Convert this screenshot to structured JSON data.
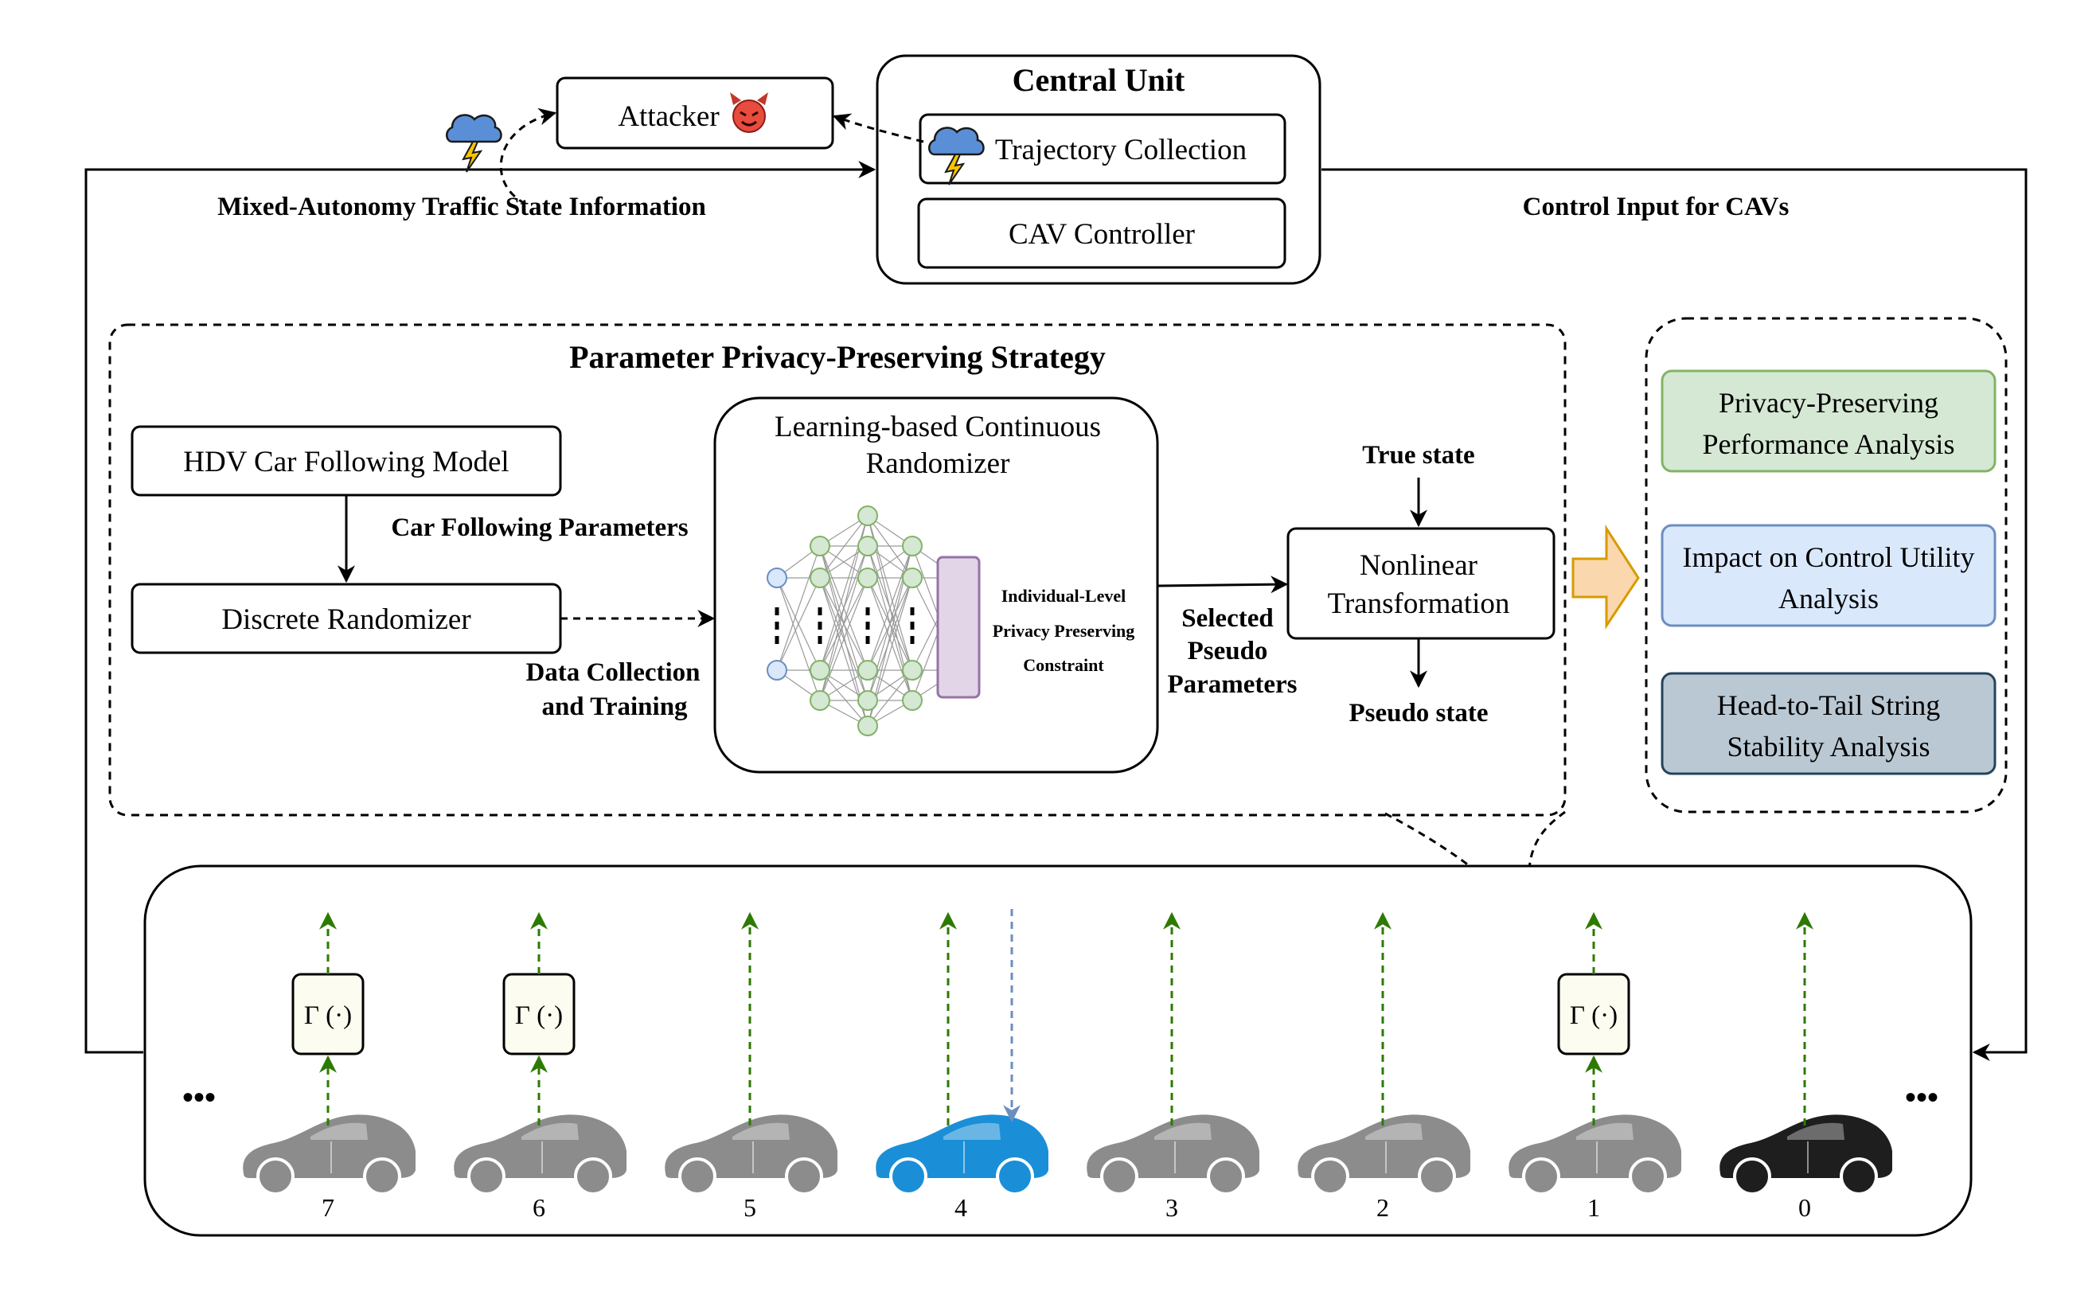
{
  "central_unit": {
    "title": "Central Unit",
    "trajectory_collection": "Trajectory Collection",
    "cav_controller": "CAV Controller"
  },
  "attacker": {
    "label": "Attacker",
    "icon": "devil-icon"
  },
  "flows": {
    "mixed_autonomy": "Mixed-Autonomy Traffic State Information",
    "control_input": "Control Input for CAVs"
  },
  "strategy": {
    "title": "Parameter Privacy-Preserving Strategy",
    "hdv_model": "HDV Car Following Model",
    "car_following_params": "Car Following Parameters",
    "discrete_randomizer": "Discrete Randomizer",
    "data_collection_line1": "Data Collection",
    "data_collection_line2": "and Training",
    "continuous_randomizer_line1": "Learning-based Continuous",
    "continuous_randomizer_line2": "Randomizer",
    "constraint_line1": "Individual-Level",
    "constraint_line2": "Privacy Preserving",
    "constraint_line3": "Constraint",
    "selected_line1": "Selected",
    "selected_line2": "Pseudo",
    "selected_line3": "Parameters",
    "true_state": "True state",
    "nonlinear_line1": "Nonlinear",
    "nonlinear_line2": "Transformation",
    "pseudo_state": "Pseudo state"
  },
  "analysis": [
    {
      "line1": "Privacy-Preserving",
      "line2": "Performance Analysis",
      "fill": "#d5e8d4",
      "stroke": "#82b366"
    },
    {
      "line1": "Impact on Control Utility",
      "line2": "Analysis",
      "fill": "#dae8fc",
      "stroke": "#6c8ebf"
    },
    {
      "line1": "Head-to-Tail String",
      "line2": "Stability Analysis",
      "fill": "#bac8d3",
      "stroke": "#23445d"
    }
  ],
  "vehicles": [
    {
      "id": "7",
      "gamma": true,
      "color": "#8c8c8c"
    },
    {
      "id": "6",
      "gamma": true,
      "color": "#8c8c8c"
    },
    {
      "id": "5",
      "gamma": false,
      "color": "#8c8c8c"
    },
    {
      "id": "4",
      "gamma": false,
      "color": "#1a8fd8"
    },
    {
      "id": "3",
      "gamma": false,
      "color": "#8c8c8c"
    },
    {
      "id": "2",
      "gamma": false,
      "color": "#8c8c8c"
    },
    {
      "id": "1",
      "gamma": true,
      "color": "#8c8c8c"
    },
    {
      "id": "0",
      "gamma": false,
      "color": "#1e1e1e"
    }
  ],
  "gamma_label": "Γ (·)",
  "ellipsis": "•••",
  "colors": {
    "upload_arrow": "#2d7a00",
    "download_arrow": "#6c8ebf",
    "big_arrow_fill": "#fad7ac",
    "big_arrow_stroke": "#d79b00",
    "gamma_fill": "#fcfcf0",
    "nn_green": "#d5e8d4",
    "nn_green_stroke": "#82b366",
    "nn_blue": "#dae8fc",
    "nn_yellow": "#fff2cc",
    "constraint_fill": "#e1d5e7",
    "constraint_stroke": "#9673a6"
  }
}
